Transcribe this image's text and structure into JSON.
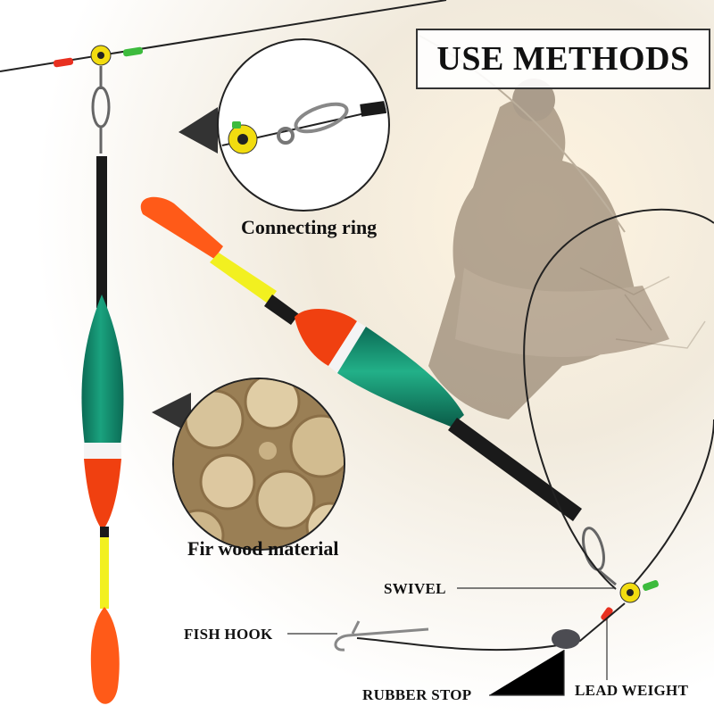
{
  "title": "USE METHODS",
  "callouts": {
    "connecting_ring": "Connecting ring",
    "fir_wood": "Fir wood material"
  },
  "parts": {
    "swivel": "SWIVEL",
    "fish_hook": "FISH HOOK",
    "rubber_stop": "RUBBER STOP",
    "lead_weight": "LEAD WEIGHT"
  },
  "colors": {
    "float_green": "#12856a",
    "float_red": "#f04010",
    "float_yellow": "#f2f020",
    "float_orange": "#ff5a18",
    "stem_black": "#1a1a1a"
  }
}
